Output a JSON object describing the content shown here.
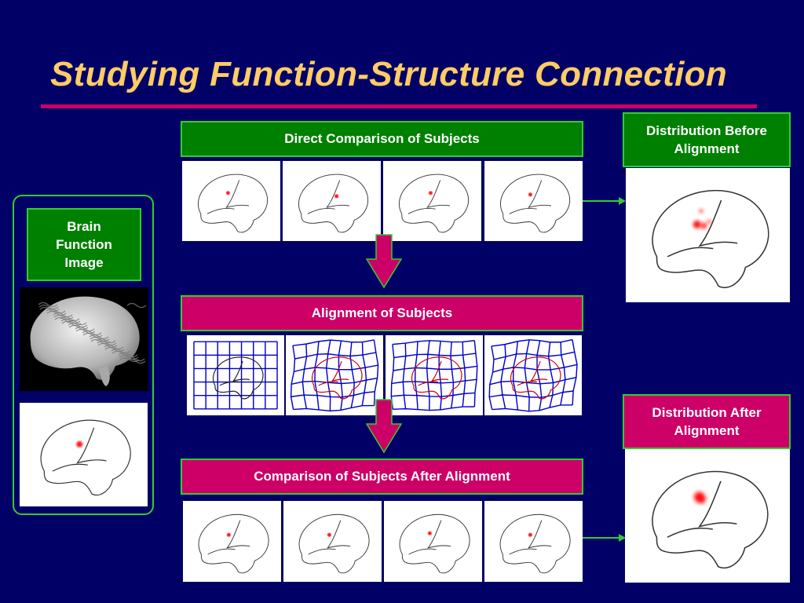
{
  "title": "Studying Function-Structure Connection",
  "labels": {
    "direct_comparison": "Direct Comparison of Subjects",
    "alignment": "Alignment of Subjects",
    "comparison_after": "Comparison of Subjects After Alignment",
    "brain_function_image": "Brain Function Image",
    "dist_before": "Distribution Before Alignment",
    "dist_after": "Distribution After Alignment"
  },
  "colors": {
    "background": "#000066",
    "title": "#ffcc66",
    "accent_rule": "#cc0066",
    "green_box": "#008000",
    "magenta_box": "#cc0066",
    "connector": "#33cc33",
    "activation": "#ff0000",
    "grid": "#0000cc",
    "contour_red": "#cc0000"
  }
}
